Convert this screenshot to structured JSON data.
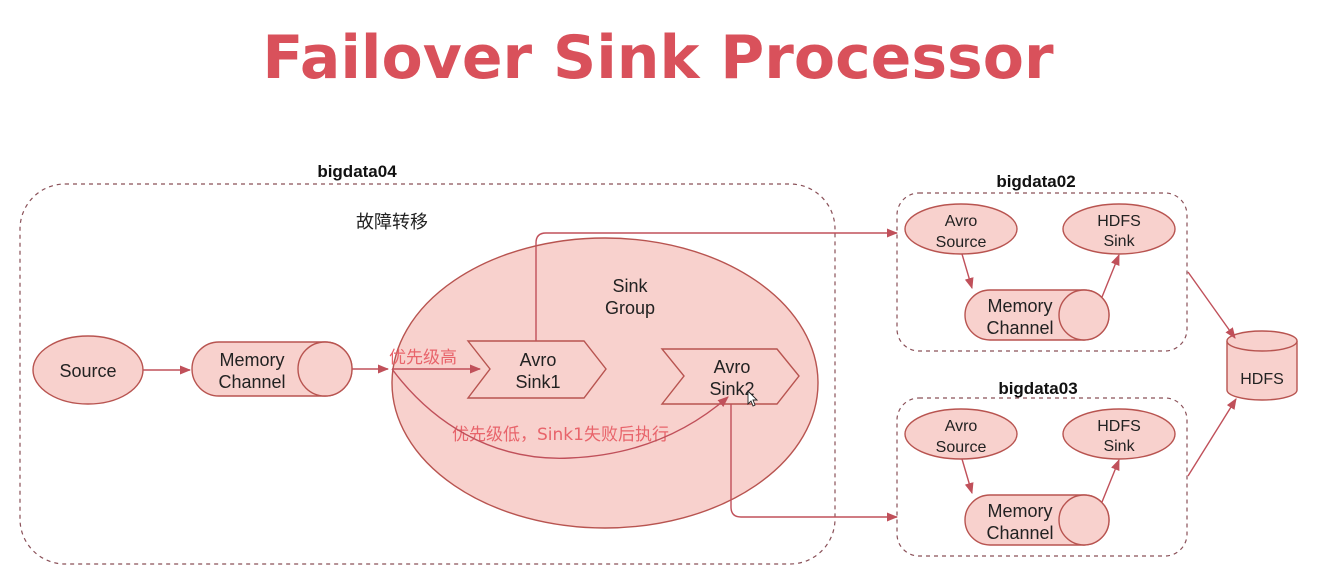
{
  "title": "Failover Sink Processor",
  "hosts": {
    "bigdata04": "bigdata04",
    "bigdata02": "bigdata02",
    "bigdata03": "bigdata03"
  },
  "bigdata04": {
    "failover_label": "故障转移",
    "source": "Source",
    "channel": [
      "Memory",
      "Channel"
    ],
    "sink_group": [
      "Sink",
      "Group"
    ],
    "sink1": [
      "Avro",
      "Sink1"
    ],
    "sink2": [
      "Avro",
      "Sink2"
    ],
    "high_priority": "优先级高",
    "low_priority": "优先级低，Sink1失败后执行"
  },
  "bigdata02": {
    "avro_source": [
      "Avro",
      "Source"
    ],
    "hdfs_sink": [
      "HDFS",
      "Sink"
    ],
    "channel": [
      "Memory",
      "Channel"
    ]
  },
  "bigdata03": {
    "avro_source": [
      "Avro",
      "Source"
    ],
    "hdfs_sink": [
      "HDFS",
      "Sink"
    ],
    "channel": [
      "Memory",
      "Channel"
    ]
  },
  "hdfs": "HDFS",
  "colors": {
    "title": "#d9515b",
    "shape_fill": "#f8d1cd",
    "shape_stroke": "#b85450",
    "annotation": "#e8646b",
    "arrow": "#c0505a"
  }
}
